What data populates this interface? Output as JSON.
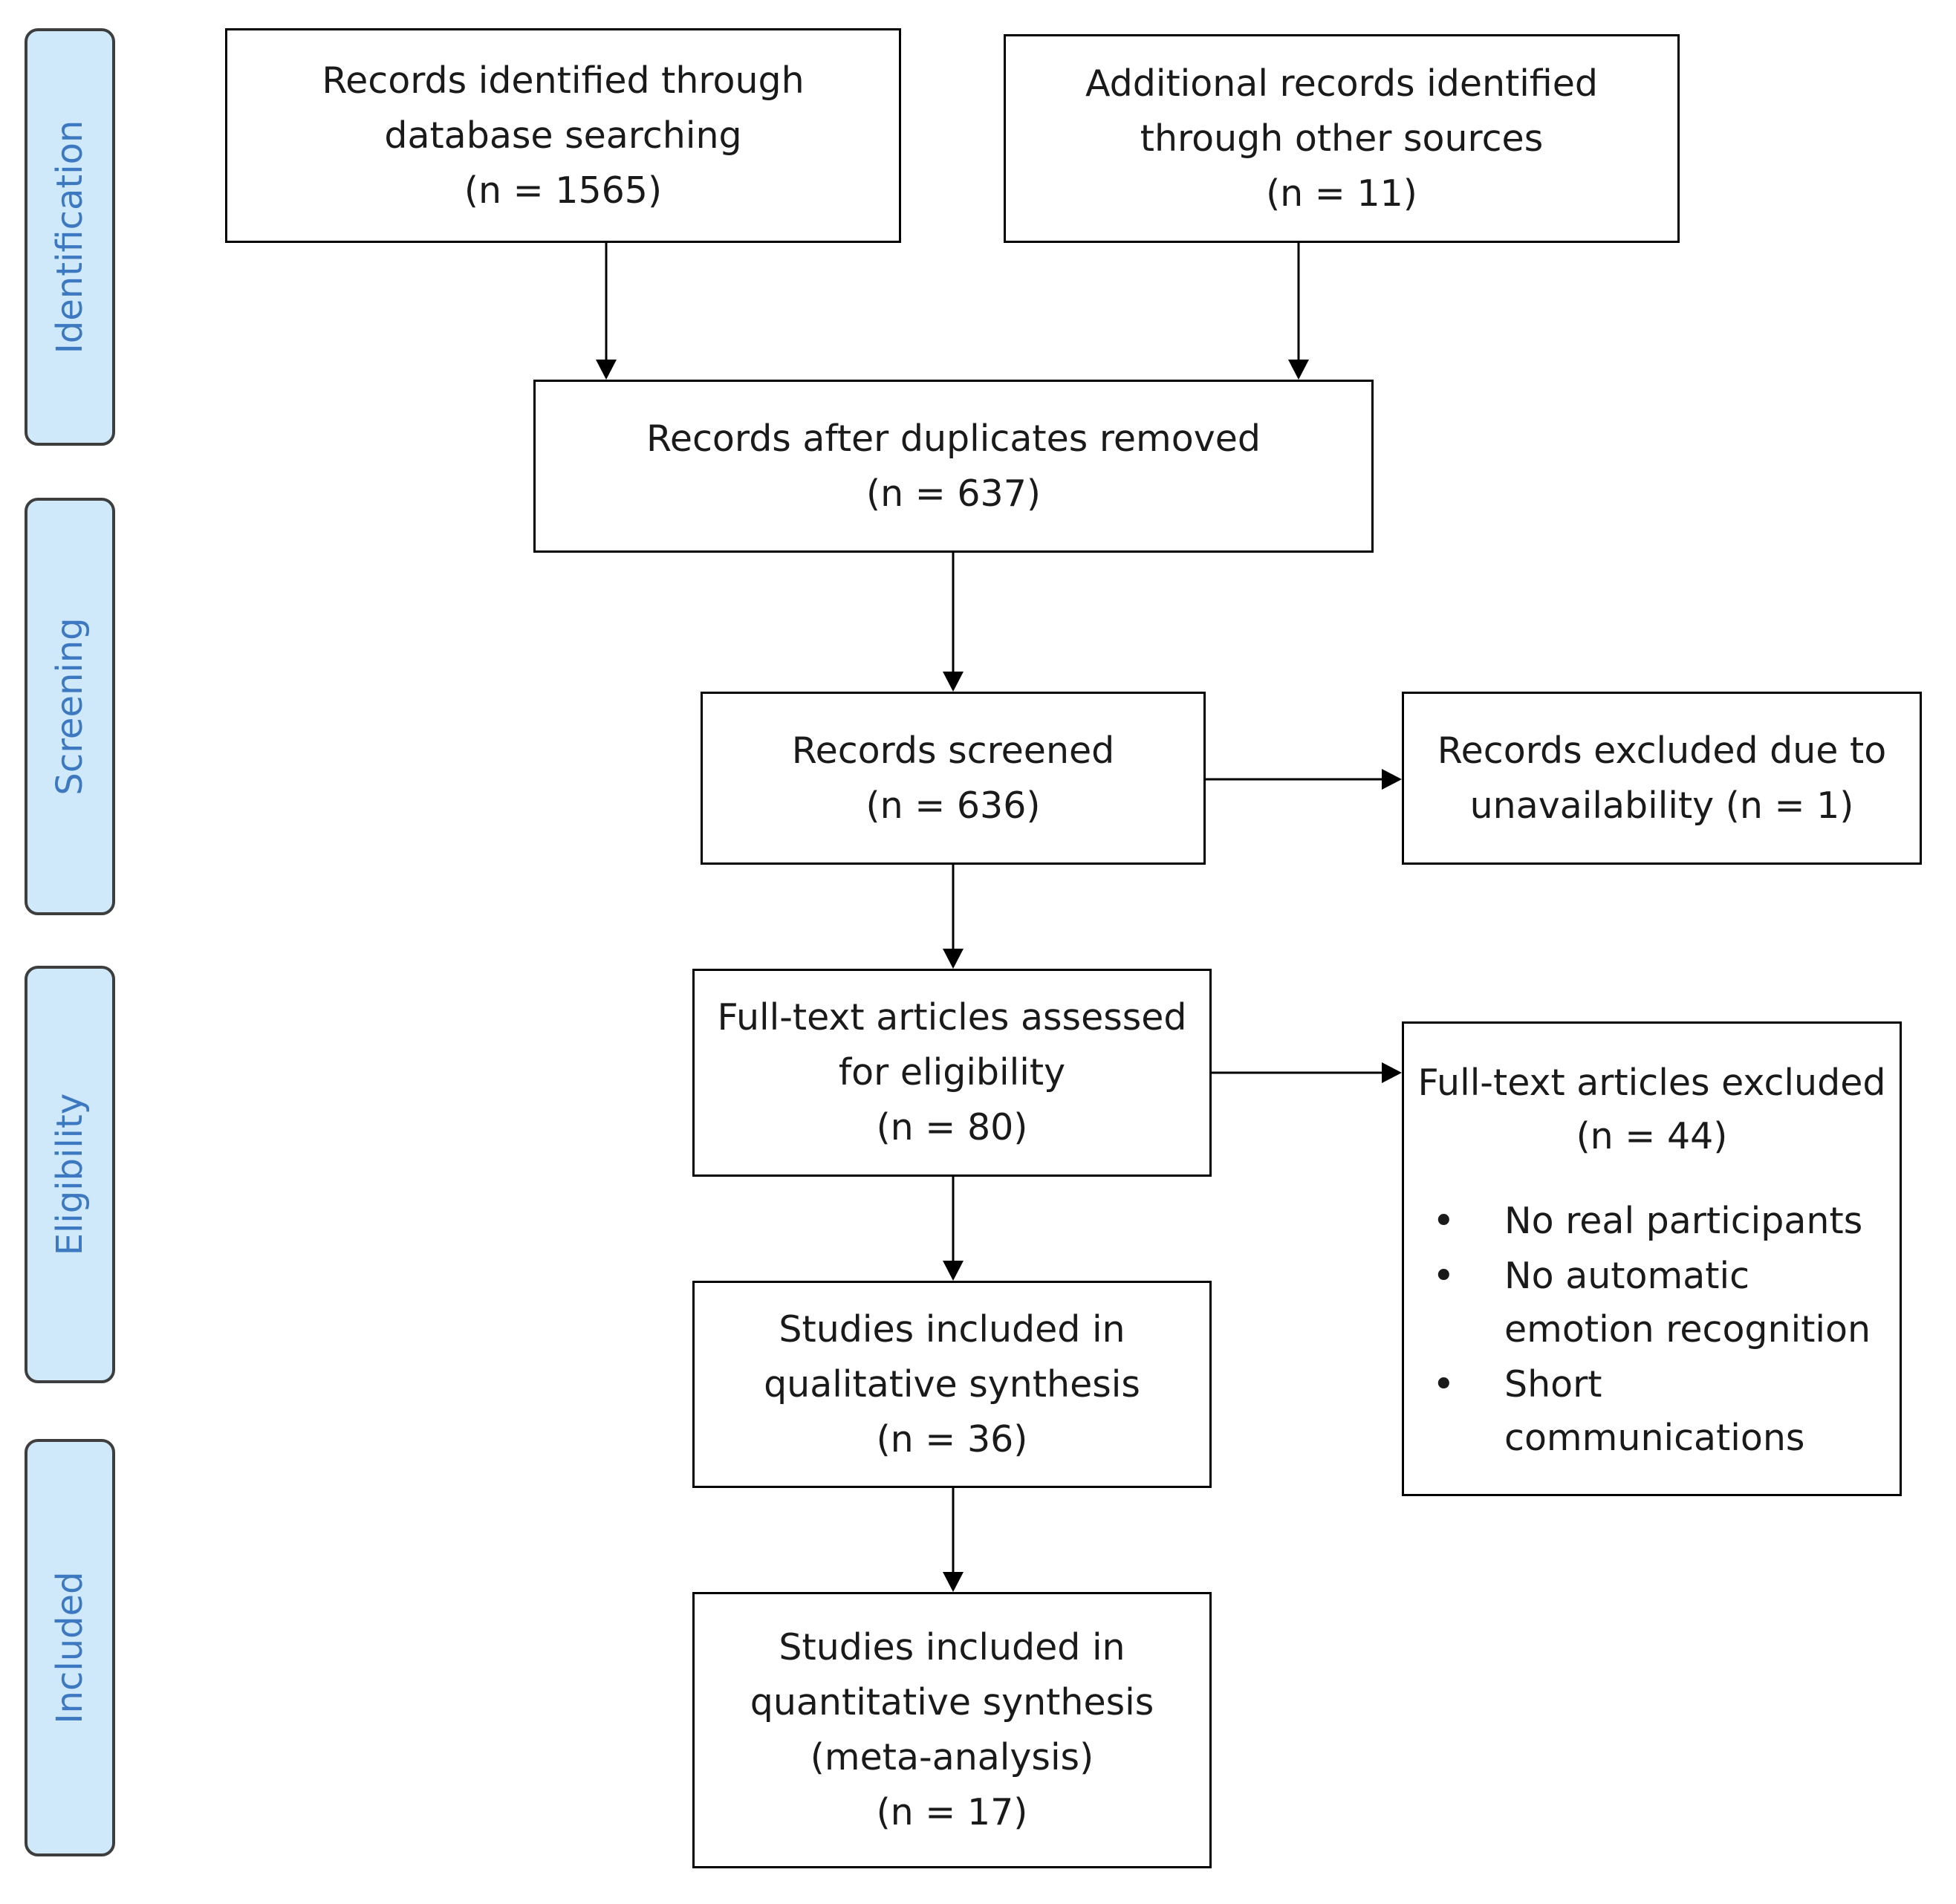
{
  "phases": {
    "identification": "Identification",
    "screening": "Screening",
    "eligibility": "Eligibility",
    "included": "Included"
  },
  "boxes": {
    "database_search": {
      "lines": [
        "Records identified through",
        "database searching",
        "(n = 1565)"
      ]
    },
    "other_sources": {
      "lines": [
        "Additional records identified",
        "through other sources",
        "(n =  11)"
      ]
    },
    "duplicates_removed": {
      "lines": [
        "Records after duplicates removed",
        "(n =  637)"
      ]
    },
    "screened": {
      "lines": [
        "Records screened",
        "(n = 636)"
      ]
    },
    "excluded_unavailable": {
      "lines": [
        "Records excluded due to",
        "unavailability (n =  1)"
      ]
    },
    "fulltext_assessed": {
      "lines": [
        "Full-text articles assessed",
        "for eligibility",
        "(n = 80)"
      ]
    },
    "fulltext_excluded": {
      "title_lines": [
        "Full-text articles excluded",
        "(n =   44)"
      ],
      "reasons": [
        "No real participants",
        "No automatic\nemotion recognition",
        "Short\ncommunications"
      ]
    },
    "qualitative": {
      "lines": [
        "Studies included in",
        "qualitative synthesis",
        "(n =  36)"
      ]
    },
    "quantitative": {
      "lines": [
        "Studies included in",
        "quantitative synthesis",
        "(meta-analysis)",
        "(n =  17)"
      ]
    }
  }
}
